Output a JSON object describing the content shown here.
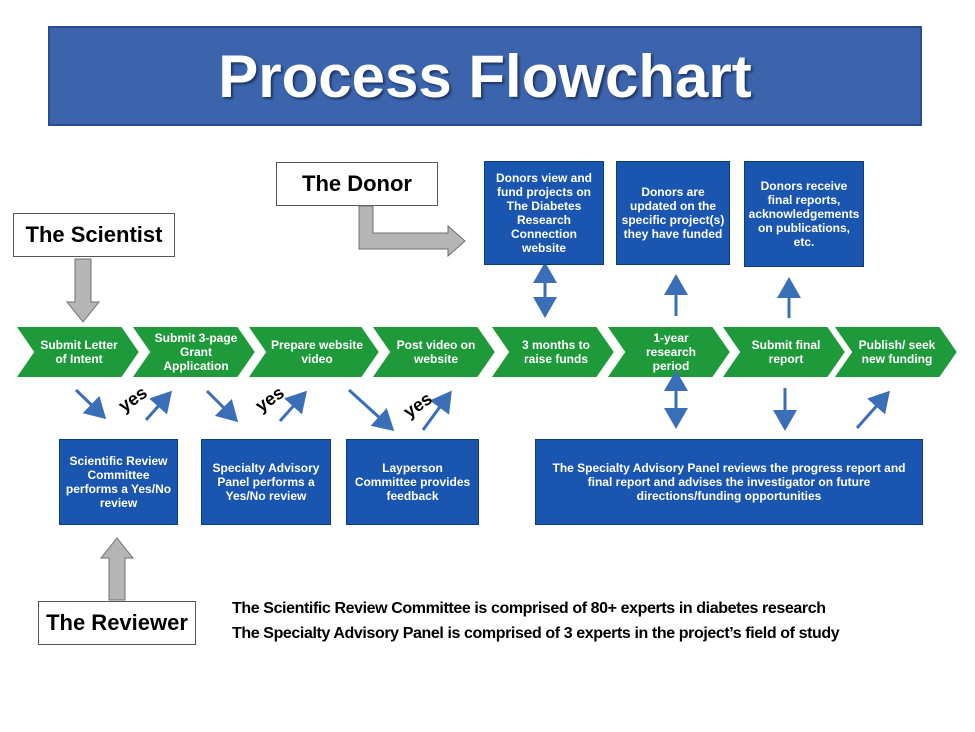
{
  "title": "Process Flowchart",
  "actors": {
    "donor": "The Donor",
    "scientist": "The Scientist",
    "reviewer": "The Reviewer"
  },
  "steps": [
    "Submit Letter of Intent",
    "Submit 3-page Grant Application",
    "Prepare website video",
    "Post video on website",
    "3 months to raise funds",
    "1-year research period",
    "Submit final report",
    "Publish/ seek new funding"
  ],
  "donor_boxes": [
    "Donors view and fund projects on The Diabetes Research Connection website",
    "Donors are updated on the specific project(s) they have funded",
    "Donors receive final reports, acknowledgements on publications, etc."
  ],
  "review_boxes": [
    "Scientific Review Committee performs a Yes/No review",
    "Specialty Advisory Panel performs a Yes/No review",
    "Layperson Committee provides feedback",
    "The Specialty Advisory Panel reviews the progress report and final report and advises the investigator on future directions/funding opportunities"
  ],
  "yes_label": "yes",
  "notes": [
    "The Scientific Review Committee is comprised of 80+ experts in diabetes research",
    "The Specialty Advisory Panel is comprised of 3 experts in the project’s field of study"
  ],
  "colors": {
    "title_bg": "#3b64ad",
    "step_green": "#1f9a3a",
    "box_blue": "#1a56b0",
    "arrow_blue": "#3a6fb8",
    "arrow_gray": "#b0b0b0"
  }
}
